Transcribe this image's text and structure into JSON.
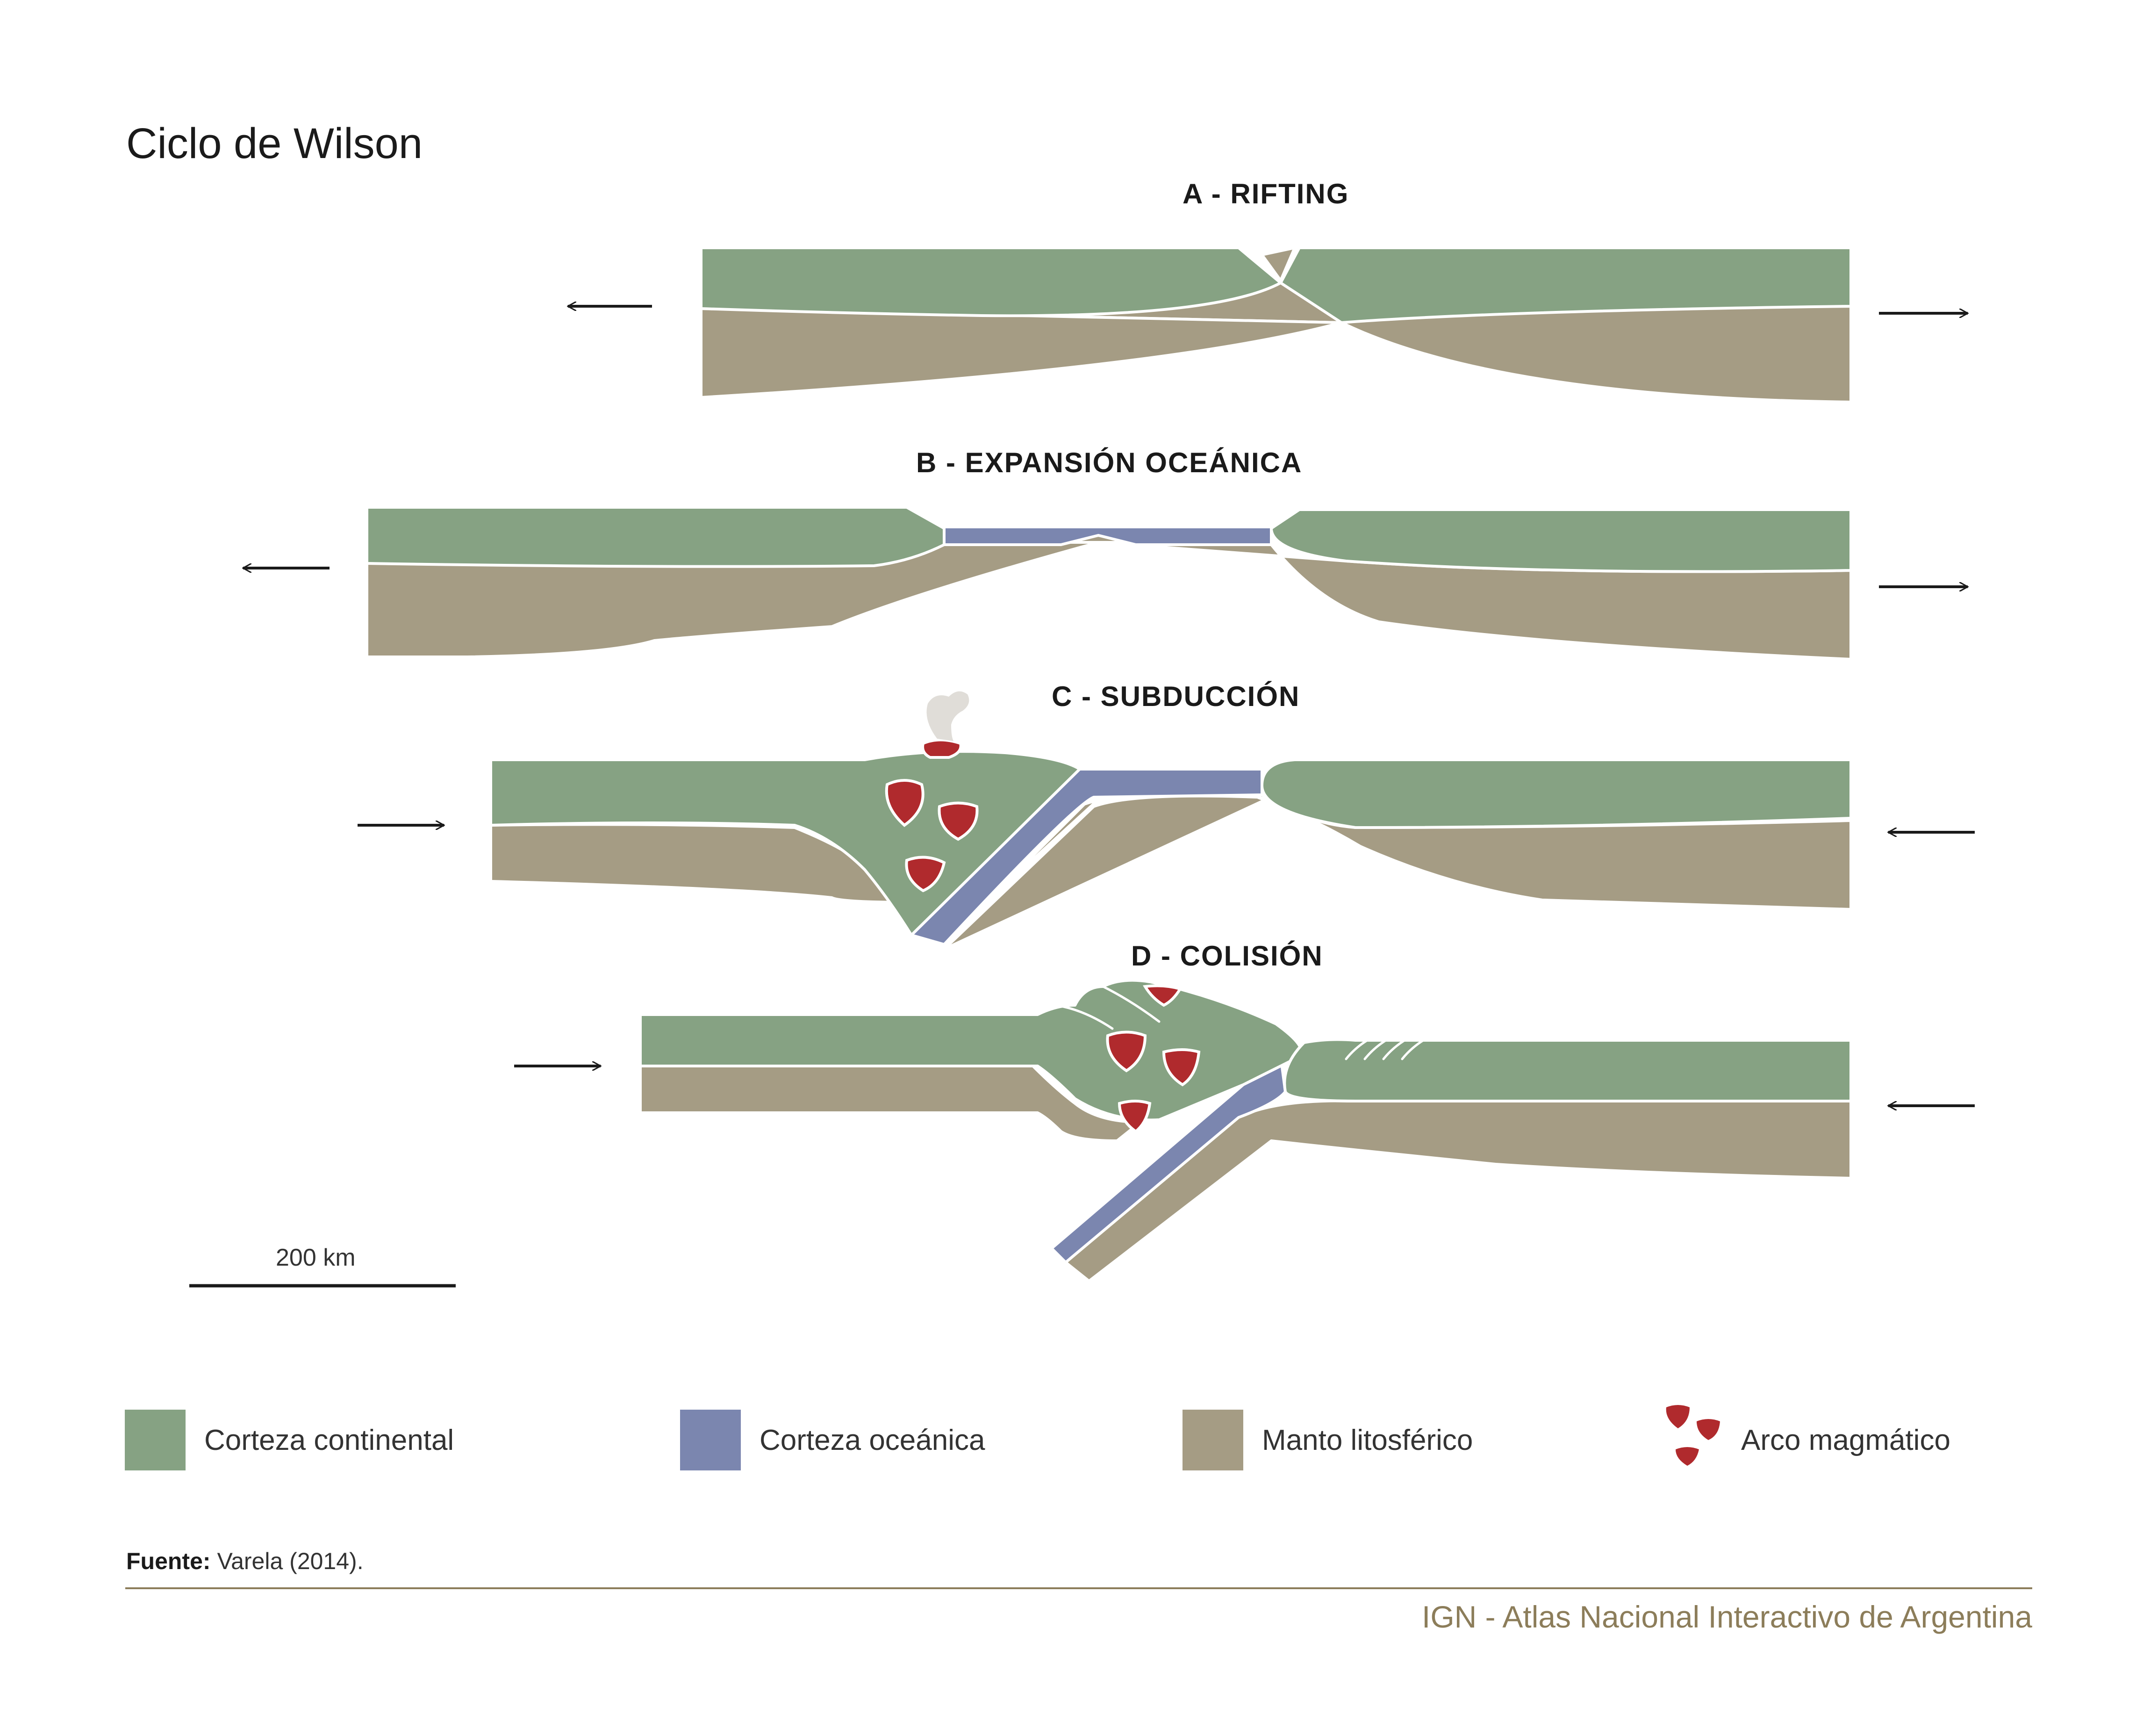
{
  "title": "Ciclo de Wilson",
  "panels": [
    {
      "id": "A",
      "label": "A - RIFTING"
    },
    {
      "id": "B",
      "label": "B - EXPANSIÓN OCEÁNICA"
    },
    {
      "id": "C",
      "label": "C - SUBDUCCIÓN"
    },
    {
      "id": "D",
      "label": "D - COLISIÓN"
    }
  ],
  "scale_bar": {
    "label": "200 km"
  },
  "legend": [
    {
      "label": "Corteza continental",
      "color": "#86a283",
      "icon": "square-swatch"
    },
    {
      "label": "Corteza oceánica",
      "color": "#7b86af",
      "icon": "square-swatch"
    },
    {
      "label": "Manto litosférico",
      "color": "#a59c84",
      "icon": "square-swatch"
    },
    {
      "label": "Arco magmático",
      "color": "#b02a2d",
      "icon": "magma-drops-icon"
    }
  ],
  "source": {
    "prefix": "Fuente:",
    "text": "Varela (2014)."
  },
  "credit": "IGN - Atlas Nacional Interactivo de Argentina",
  "colors": {
    "continental": "#86a283",
    "oceanic": "#7b86af",
    "mantle": "#a59c84",
    "magma": "#b02a2d",
    "plume": "#e0ddd8",
    "accent": "#8c7d5a"
  }
}
